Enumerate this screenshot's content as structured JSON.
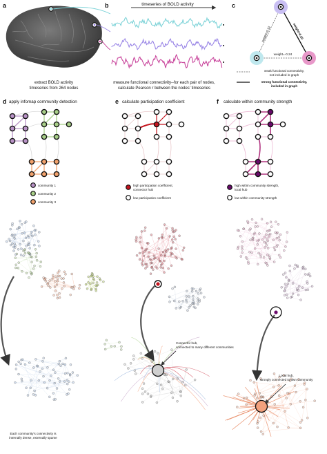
{
  "panels": {
    "a": {
      "label": "a",
      "caption_line1": "extract BOLD activity",
      "caption_line2": "timeseries from 264 nodes"
    },
    "b": {
      "label": "b",
      "title": "timeseries of BOLD activity",
      "caption_line1": "measure functional connectivity--for each pair of nodes,",
      "caption_line2": "calculate Pearson r between the nodes' timeseries"
    },
    "c": {
      "label": "c",
      "weight_left": "weight=0.32",
      "weight_right": "weight=0.20",
      "weight_bottom": "weight=-0.24",
      "legend_weak_line1": "weak functional connectivity,",
      "legend_weak_line2": "not included in graph",
      "legend_strong_line1": "strong functional connectivity,",
      "legend_strong_line2": "included in graph"
    },
    "d": {
      "label": "d",
      "title": "apply infomap community detection",
      "legend": [
        "community 1",
        "community 2",
        "community 3"
      ]
    },
    "e": {
      "label": "e",
      "title": "calculate participation coefficient",
      "legend_high_line1": "high participation coefficient,",
      "legend_high_line2": "connector hub",
      "legend_low": "low participation coefficient"
    },
    "f": {
      "label": "f",
      "title": "calculate within community strength",
      "legend_high_line1": "high within community strength,",
      "legend_high_line2": "local hub",
      "legend_low": "low within community strength"
    }
  },
  "annotations": {
    "community_note_line1": "Each community's connectivity is",
    "community_note_line2": "internally dense, externally sparse",
    "connector_hub_line1": "Connector hub,",
    "connector_hub_line2": "connected to many different communities",
    "local_hub_line1": "Local hub,",
    "local_hub_line2": "strongly connected to own community"
  },
  "colors": {
    "community_1": "#b892c6",
    "community_2": "#a8cf88",
    "community_3": "#f2a26c",
    "connector_hub": "#c5141e",
    "local_hub": "#6a0a6c",
    "timeseries_cyan": "#7ed3d8",
    "timeseries_purple": "#9a86e6",
    "timeseries_magenta": "#c8439b",
    "node_cyan_fill": "#bfe8ee",
    "node_purple_fill": "#c9bff3",
    "node_magenta_fill": "#e898c9",
    "brain_gray": "#4e4e4e",
    "graph_blue": "#9db8dd",
    "graph_red": "#d24a57",
    "graph_orange": "#f3a17d",
    "graph_pink": "#e6a1c4"
  }
}
